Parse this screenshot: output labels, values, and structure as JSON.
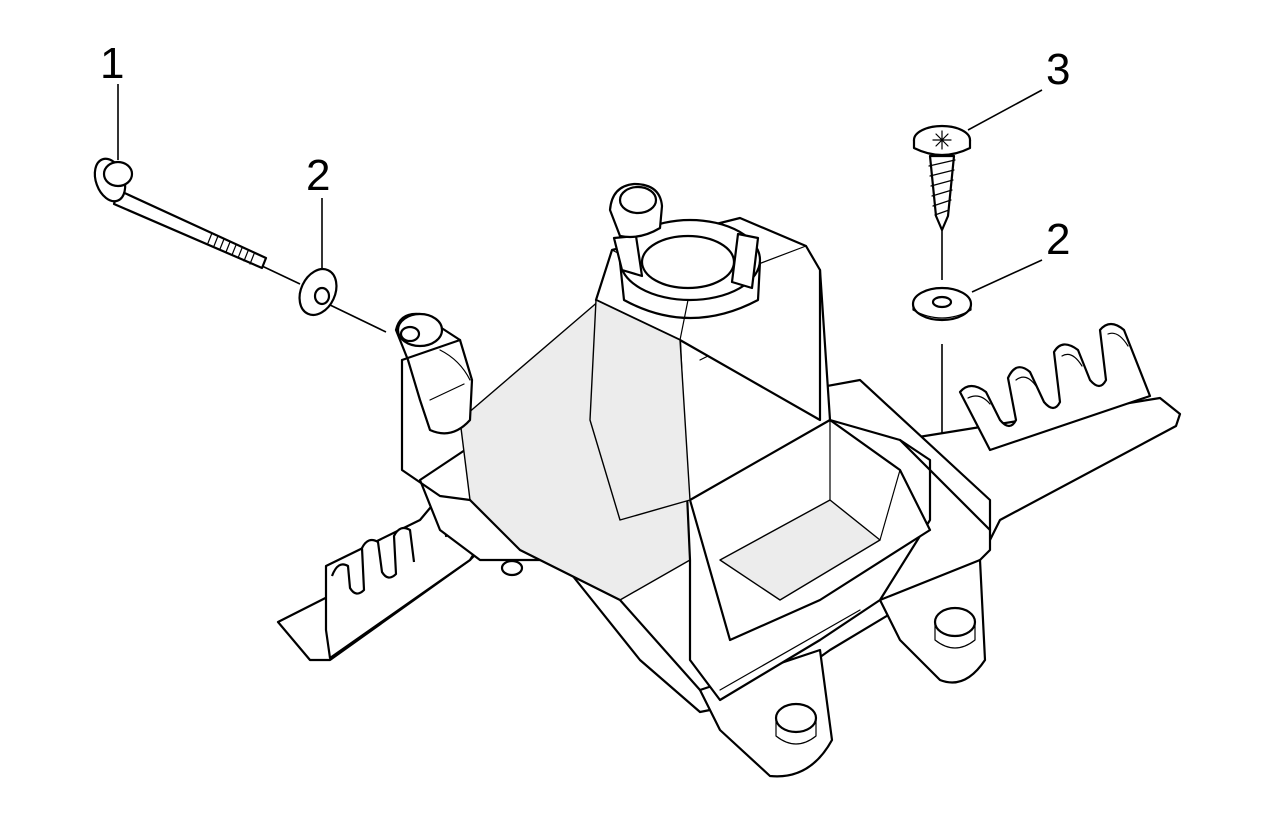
{
  "callouts": {
    "bolt": "1",
    "washer_left": "2",
    "screw": "3",
    "washer_right": "2"
  }
}
